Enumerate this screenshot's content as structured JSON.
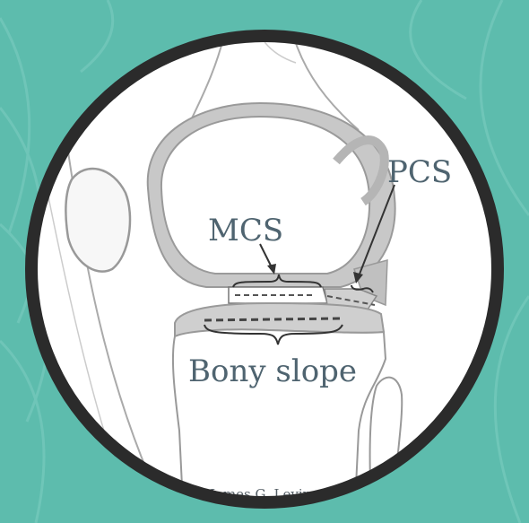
{
  "labels": {
    "pcs": "PCS",
    "mcs": "MCS",
    "bony_slope": "Bony slope",
    "credit": "James G. Levins ©"
  },
  "colors": {
    "background": "#5dbcad",
    "stripe": "#7ecdc1",
    "frame": "#2b2b2b",
    "bone_outline": "#8e8e8e",
    "cartilage": "#bdbdbd",
    "label_text": "#4f6470",
    "dash": "#555555"
  }
}
